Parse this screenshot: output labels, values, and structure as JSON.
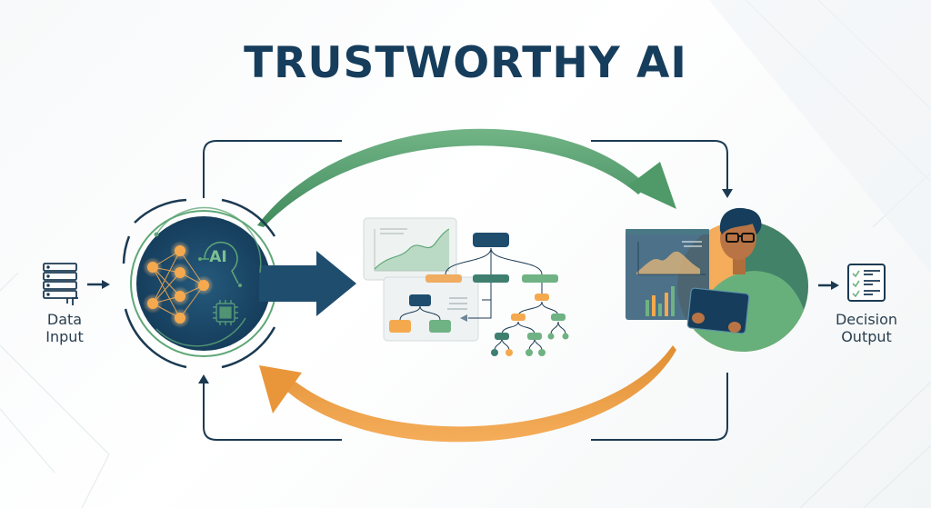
{
  "title": "TRUSTWORTHY AI",
  "nodes": {
    "data_input": {
      "label_line1": "Data",
      "label_line2": "Input",
      "icon": "database-server-icon"
    },
    "ai_model": {
      "badge": "AI",
      "icon": "neural-network-icon",
      "chip_icon": "chip-icon"
    },
    "explanation": {
      "icon": "decision-tree-and-chart-icon"
    },
    "human_review": {
      "icon": "person-with-tablet-icon"
    },
    "decision_output": {
      "label_line1": "Decision",
      "label_line2": "Output",
      "icon": "checklist-icon"
    }
  },
  "arrows": {
    "forward": {
      "color": "#5fa777",
      "meaning": "AI output to human review"
    },
    "feedback": {
      "color": "#eb9a3e",
      "meaning": "human feedback to AI"
    }
  },
  "colors": {
    "navy": "#163d5c",
    "dark_navy": "#1b3a52",
    "green": "#5fa777",
    "orange": "#eb9a3e",
    "node_orange": "#f5a94e"
  }
}
